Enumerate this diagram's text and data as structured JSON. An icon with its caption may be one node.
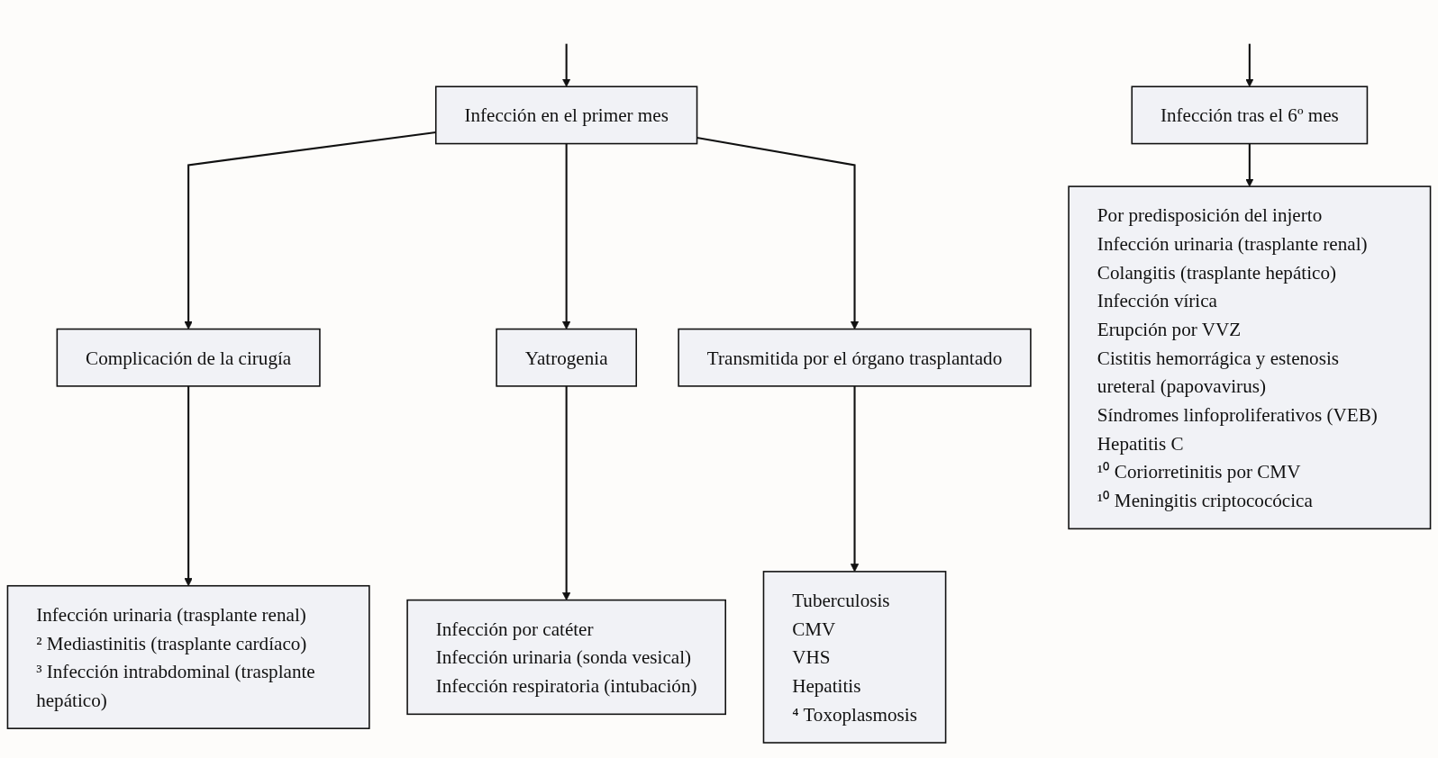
{
  "diagram": {
    "nodes": [
      {
        "text": [
          "Infección en el primer mes"
        ]
      },
      {
        "text": [
          "Infección tras el 6º mes"
        ]
      },
      {
        "text": [
          "Complicación de la cirugía"
        ]
      },
      {
        "text": [
          "Yatrogenia"
        ]
      },
      {
        "text": [
          "Transmitida por el órgano trasplantado"
        ]
      },
      {
        "text": [
          "Infección urinaria (trasplante renal)",
          "² Mediastinitis (trasplante cardíaco)",
          "³ Infección intrabdominal (trasplante hepático)"
        ]
      },
      {
        "text": [
          "Infección por catéter",
          "Infección urinaria (sonda vesical)",
          "Infección respiratoria (intubación)"
        ]
      },
      {
        "text": [
          "Tuberculosis",
          "CMV",
          "VHS",
          "Hepatitis",
          "⁴ Toxoplasmosis"
        ]
      },
      {
        "text": [
          "Por predisposición del injerto",
          "Infección urinaria (trasplante renal)",
          "Colangitis (trasplante hepático)",
          "Infección vírica",
          "Erupción por VVZ",
          "Cistitis hemorrágica y estenosis ureteral (papovavirus)",
          "Síndromes linfoproliferativos (VEB)",
          "Hepatitis C",
          "¹⁰ Coriorretinitis por CMV",
          "¹⁰ Meningitis criptococócica"
        ]
      }
    ],
    "edges": [
      {
        "from": null,
        "to": 0,
        "arrow": "to"
      },
      {
        "from": null,
        "to": 1,
        "arrow": "to"
      },
      {
        "from": 0,
        "to": 2,
        "arrow": "to"
      },
      {
        "from": 0,
        "to": 3,
        "arrow": "to"
      },
      {
        "from": 0,
        "to": 4,
        "arrow": "to"
      },
      {
        "from": 2,
        "to": 5,
        "arrow": "to"
      },
      {
        "from": 3,
        "to": 6,
        "arrow": "to"
      },
      {
        "from": 4,
        "to": 7,
        "arrow": "to"
      },
      {
        "from": 1,
        "to": 8,
        "arrow": "to"
      }
    ]
  }
}
